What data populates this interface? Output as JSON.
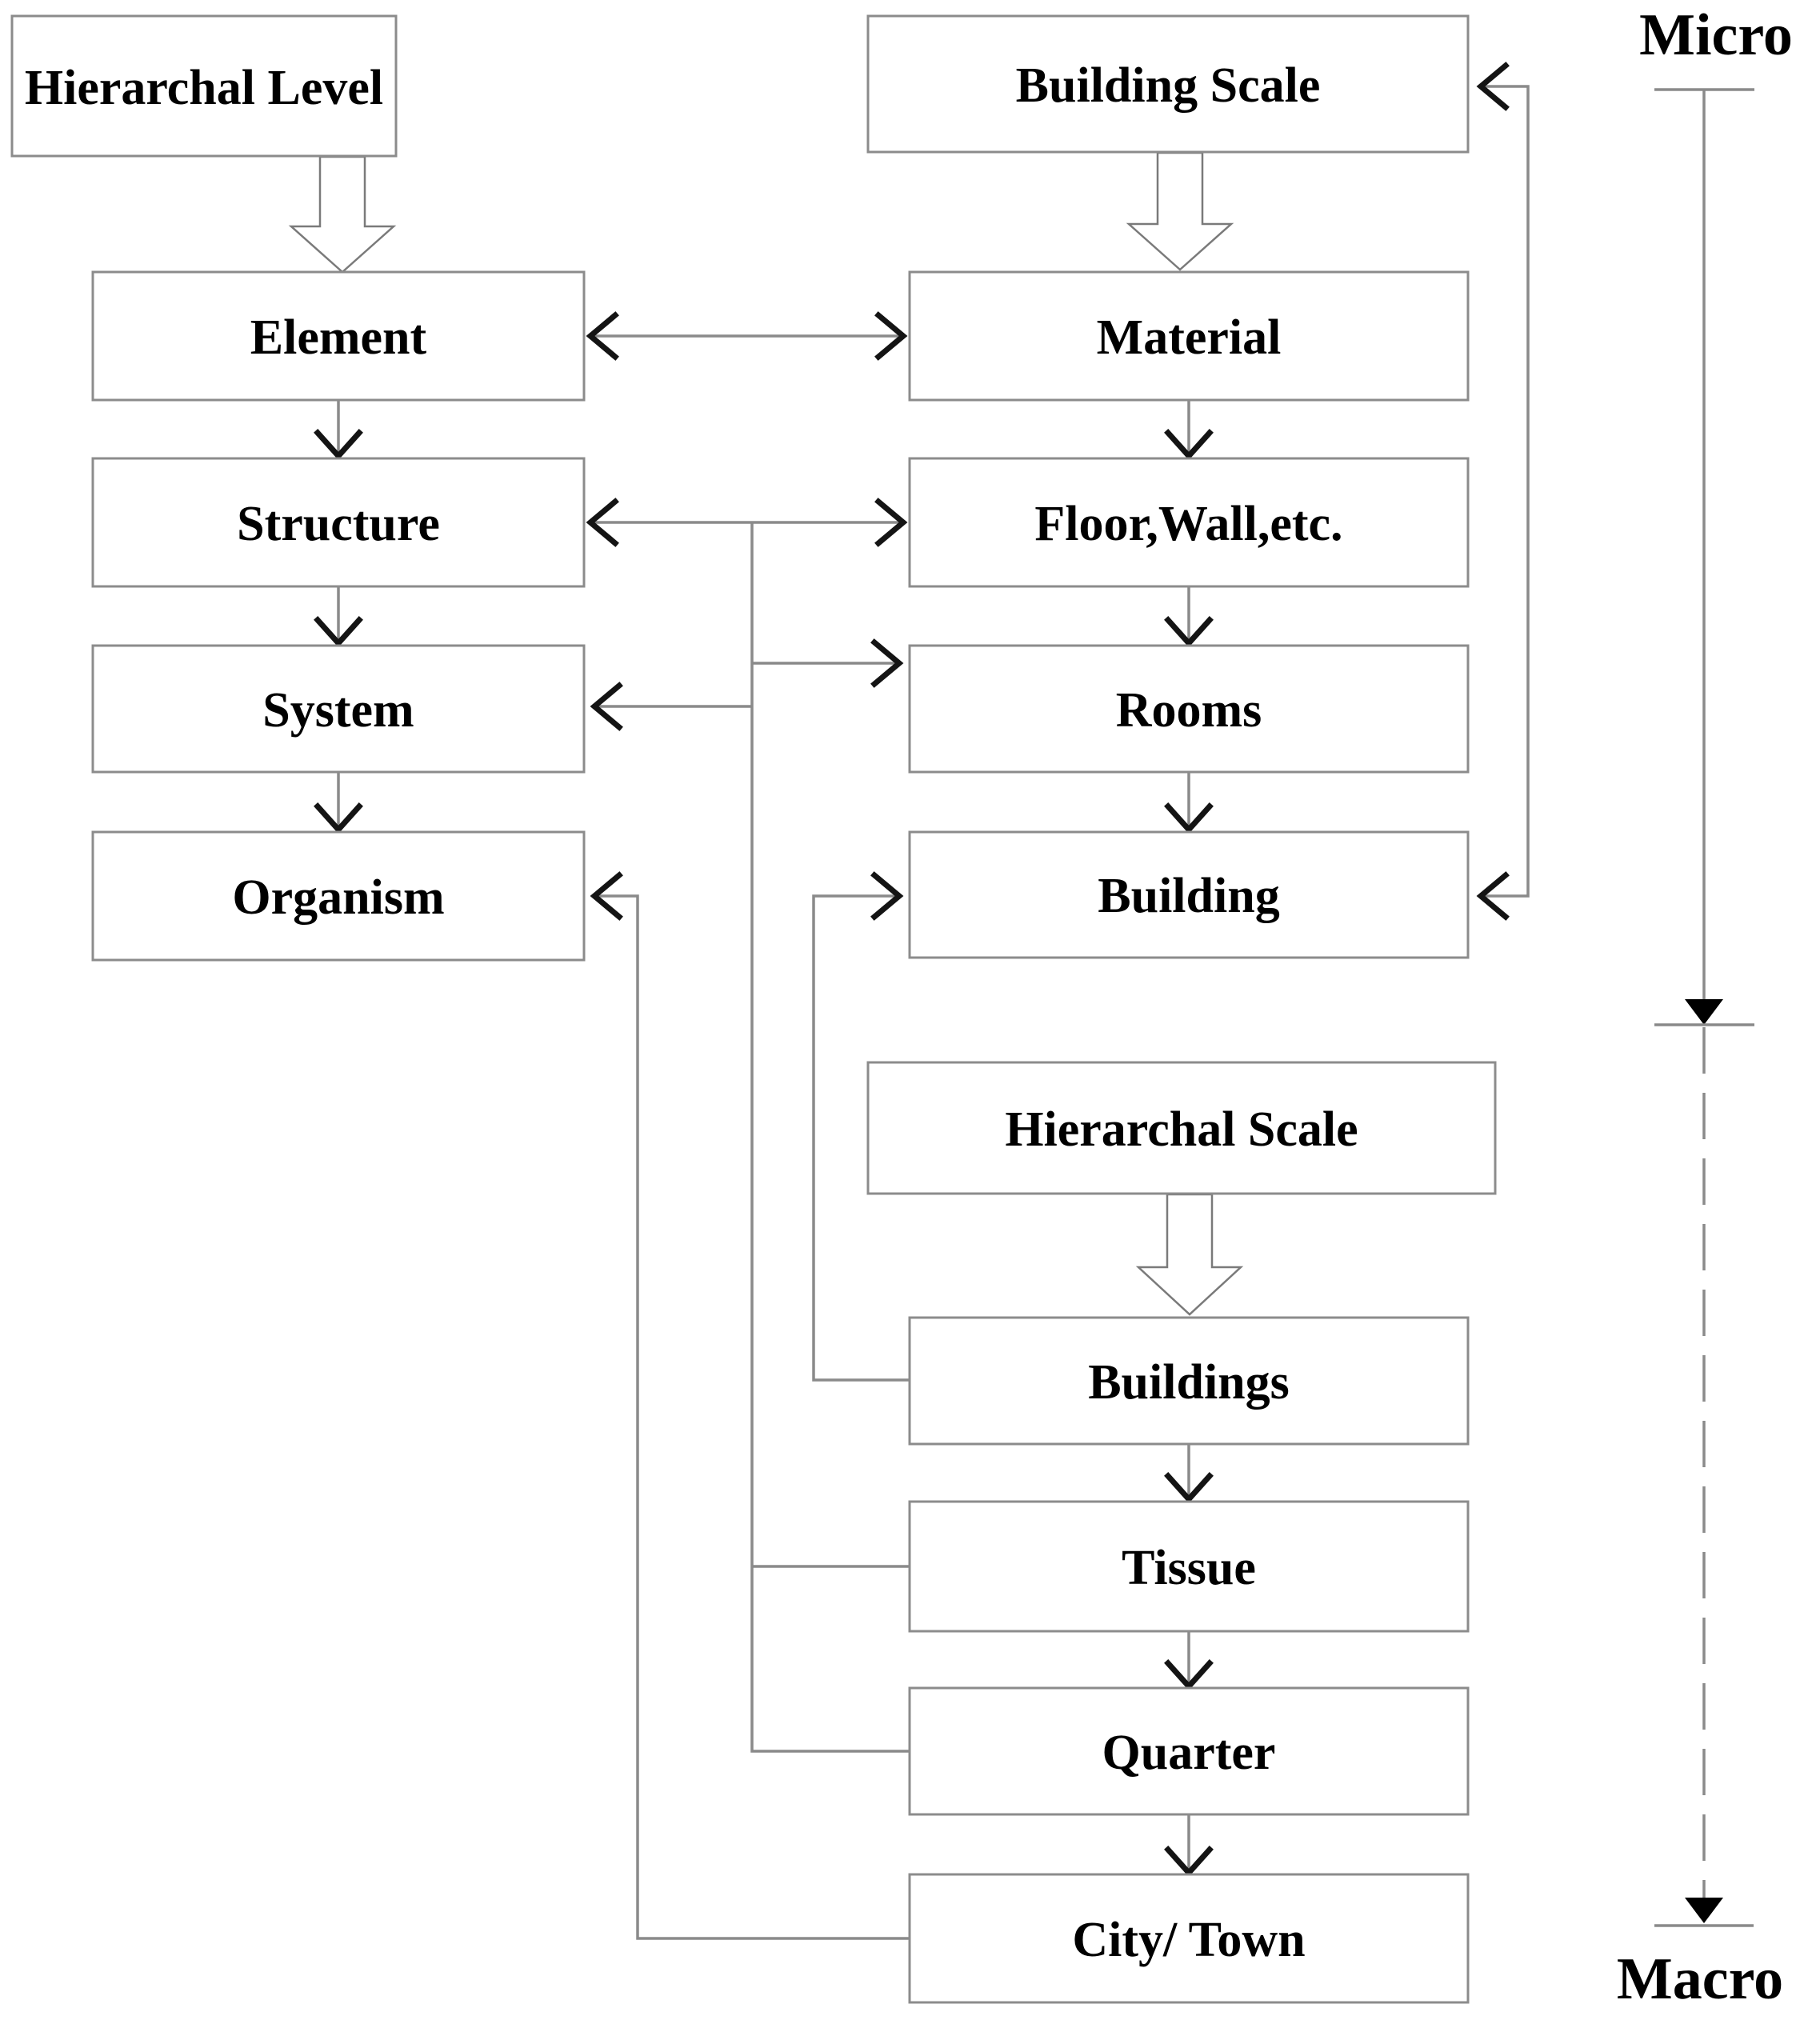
{
  "diagram": {
    "boxes": {
      "hierarchal_level": "Hierarchal Level",
      "building_scale": "Building Scale",
      "element": "Element",
      "material": "Material",
      "structure": "Structure",
      "floor_wall": "Floor,Wall,etc.",
      "system": "System",
      "rooms": "Rooms",
      "organism": "Organism",
      "building": "Building",
      "hierarchal_scale": "Hierarchal Scale",
      "buildings": "Buildings",
      "tissue": "Tissue",
      "quarter": "Quarter",
      "city_town": "City/ Town"
    },
    "scale_labels": {
      "top": "Micro",
      "bottom": "Macro"
    },
    "connections": [
      {
        "from": "Hierarchal Level",
        "to": "Element",
        "style": "hollow-block-arrow"
      },
      {
        "from": "Building Scale",
        "to": "Material",
        "style": "hollow-block-arrow"
      },
      {
        "from": "Hierarchal Scale",
        "to": "Buildings",
        "style": "hollow-block-arrow"
      },
      {
        "from": "Element",
        "to": "Structure",
        "style": "arrow-down"
      },
      {
        "from": "Structure",
        "to": "System",
        "style": "arrow-down"
      },
      {
        "from": "System",
        "to": "Organism",
        "style": "arrow-down"
      },
      {
        "from": "Material",
        "to": "Floor,Wall,etc.",
        "style": "arrow-down"
      },
      {
        "from": "Floor,Wall,etc.",
        "to": "Rooms",
        "style": "arrow-down"
      },
      {
        "from": "Rooms",
        "to": "Building",
        "style": "arrow-down"
      },
      {
        "from": "Buildings",
        "to": "Tissue",
        "style": "arrow-down"
      },
      {
        "from": "Tissue",
        "to": "Quarter",
        "style": "arrow-down"
      },
      {
        "from": "Quarter",
        "to": "City/ Town",
        "style": "arrow-down"
      },
      {
        "from": "Element",
        "to": "Material",
        "style": "double-headed-horizontal"
      },
      {
        "from": "Structure",
        "to": "Floor,Wall,etc.",
        "style": "double-headed-horizontal"
      },
      {
        "from": "Structure/Floor junction",
        "to": "Rooms",
        "style": "elbow-arrow"
      },
      {
        "from": "Tissue",
        "to": "System",
        "style": "elbow-arrow"
      },
      {
        "from": "Quarter",
        "to": "System",
        "style": "elbow-arrow"
      },
      {
        "from": "City/ Town",
        "to": "Organism",
        "style": "elbow-arrow"
      },
      {
        "from": "Buildings",
        "to": "Building",
        "style": "elbow-arrow"
      },
      {
        "from": "Building",
        "to": "Building Scale",
        "style": "elbow-double-arrow"
      },
      {
        "from": "Micro",
        "to": "Macro",
        "style": "solid-then-dashed-rail"
      }
    ],
    "colors": {
      "background": "#ffffff",
      "box_border": "#8c8c8c",
      "line": "#8a8a8a",
      "arrowhead": "#141414",
      "text": "#000000"
    }
  }
}
